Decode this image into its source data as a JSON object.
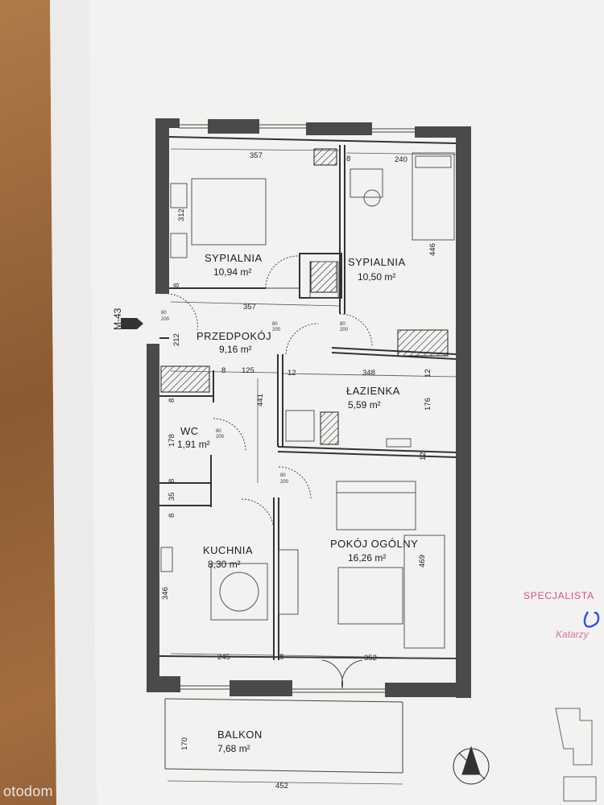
{
  "plan": {
    "unit_tag": "M-43",
    "rooms": [
      {
        "name": "SYPIALNIA",
        "area": "10,94 m²"
      },
      {
        "name": "SYPIALNIA",
        "area": "10,50 m²"
      },
      {
        "name": "PRZEDPOKÓJ",
        "area": "9,16 m²"
      },
      {
        "name": "ŁAZIENKA",
        "area": "5,59 m²"
      },
      {
        "name": "WC",
        "area": "1,91 m²"
      },
      {
        "name": "KUCHNIA",
        "area": "8,30 m²"
      },
      {
        "name": "POKÓJ OGÓLNY",
        "area": "16,26 m²"
      },
      {
        "name": "BALKON",
        "area": "7,68 m²"
      }
    ],
    "dimensions": {
      "d357_top": "357",
      "d8_top": "8",
      "d240": "240",
      "d312": "312",
      "d446": "446",
      "d8_bed1": "8",
      "d357_mid": "357",
      "d212": "212",
      "d8_hall": "8",
      "d125": "125",
      "d12_a": "12",
      "d348": "348",
      "d12_b": "12",
      "d441": "441",
      "d176": "176",
      "d8_wc": "8",
      "d178": "178",
      "d12_c": "12",
      "d8_k1": "8",
      "d35": "35",
      "d8_k2": "8",
      "d469": "469",
      "d346": "346",
      "d245": "245",
      "d8_bot": "8",
      "d352": "352",
      "d170": "170",
      "d452": "452"
    },
    "door_marks": {
      "m1": "80",
      "m1b": "200",
      "m2": "80",
      "m2b": "200",
      "m3": "80",
      "m3b": "200",
      "m4": "80",
      "m4b": "200",
      "m5": "80",
      "m5b": "200"
    }
  },
  "stamp": {
    "line1": "SPECJALISTA",
    "line2": "Katarzy"
  },
  "watermark": "otodom"
}
